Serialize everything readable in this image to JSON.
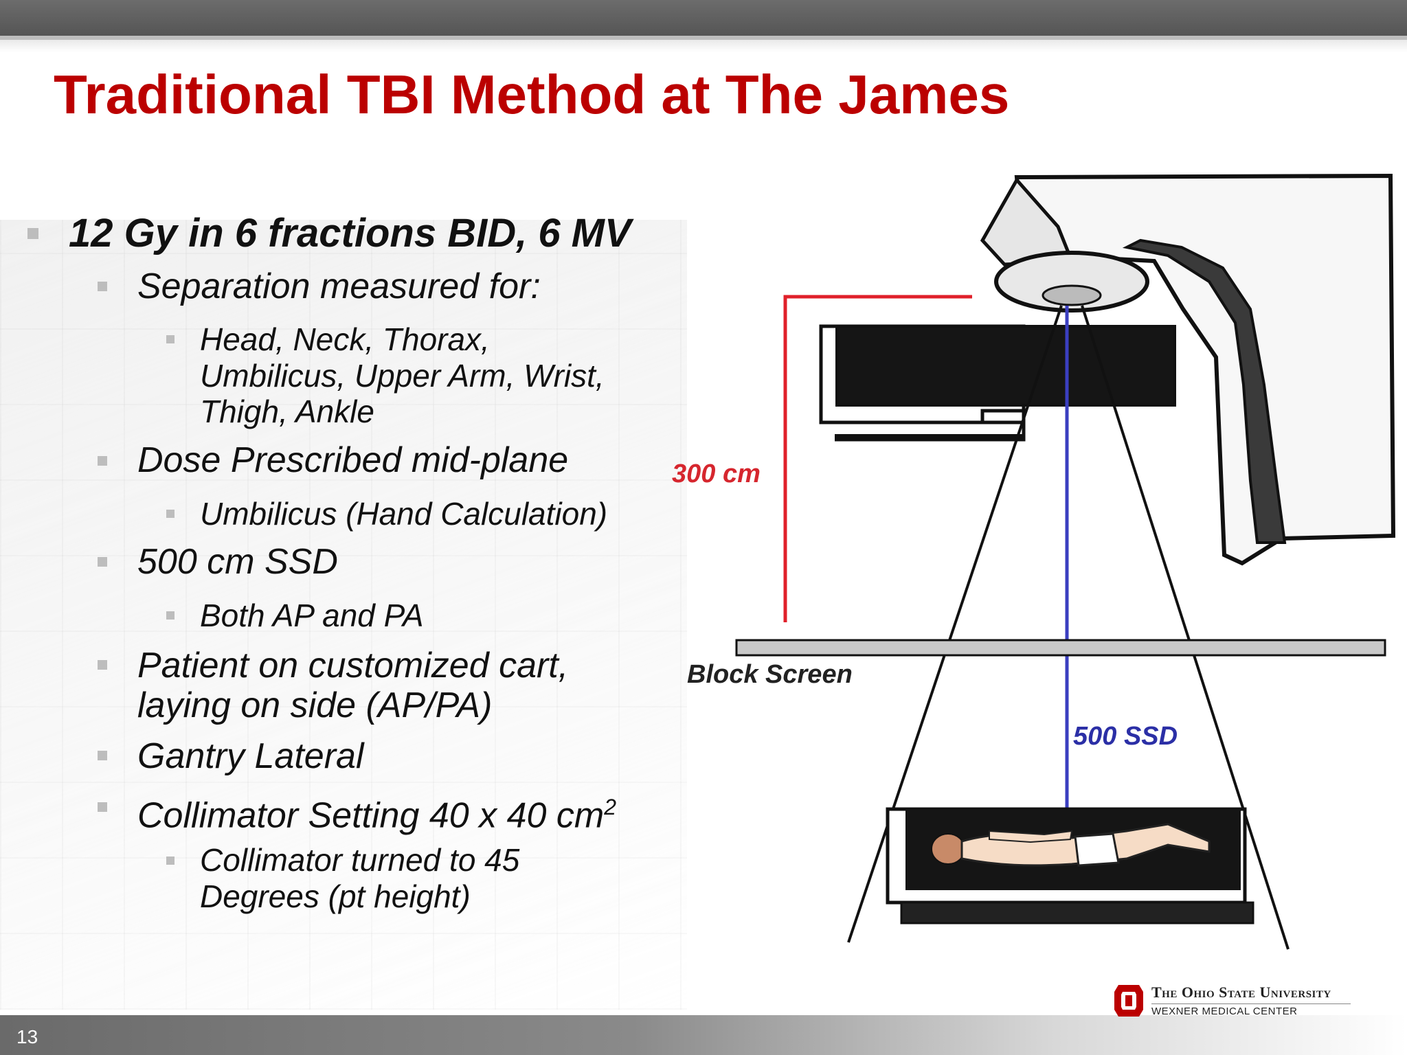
{
  "slide": {
    "title": "Traditional TBI Method at The James",
    "page_number": "13"
  },
  "bullets": {
    "b1": "12 Gy in 6 fractions BID, 6 MV",
    "b1_1": "Separation measured for:",
    "b1_1_1_line1": "Head, Neck, Thorax,",
    "b1_1_1_line2": "Umbilicus, Upper Arm, Wrist,",
    "b1_1_1_line3": "Thigh, Ankle",
    "b1_2": "Dose Prescribed mid-plane",
    "b1_2_1": "Umbilicus (Hand Calculation)",
    "b1_3": "500 cm SSD",
    "b1_3_1": "Both AP and PA",
    "b1_4_line1": "Patient on customized cart,",
    "b1_4_line2": "laying on side (AP/PA)",
    "b1_5": "Gantry Lateral",
    "b1_6": "Collimator Setting 40 x 40 cm",
    "b1_6_sup": "2",
    "b1_6_1_line1": "Collimator turned to 45",
    "b1_6_1_line2": "Degrees (pt height)"
  },
  "diagram": {
    "label_300": "300 cm",
    "label_block_screen": "Block Screen",
    "label_500": "500 SSD",
    "colors": {
      "red_line": "#e0202a",
      "blue_line": "#3b3fc0",
      "red_label": "#d6262e",
      "blue_label": "#2b2fa6"
    }
  },
  "logo": {
    "university": "The Ohio State University",
    "center": "WEXNER MEDICAL CENTER",
    "icon": "block-o-icon",
    "color": "#bb0000"
  }
}
